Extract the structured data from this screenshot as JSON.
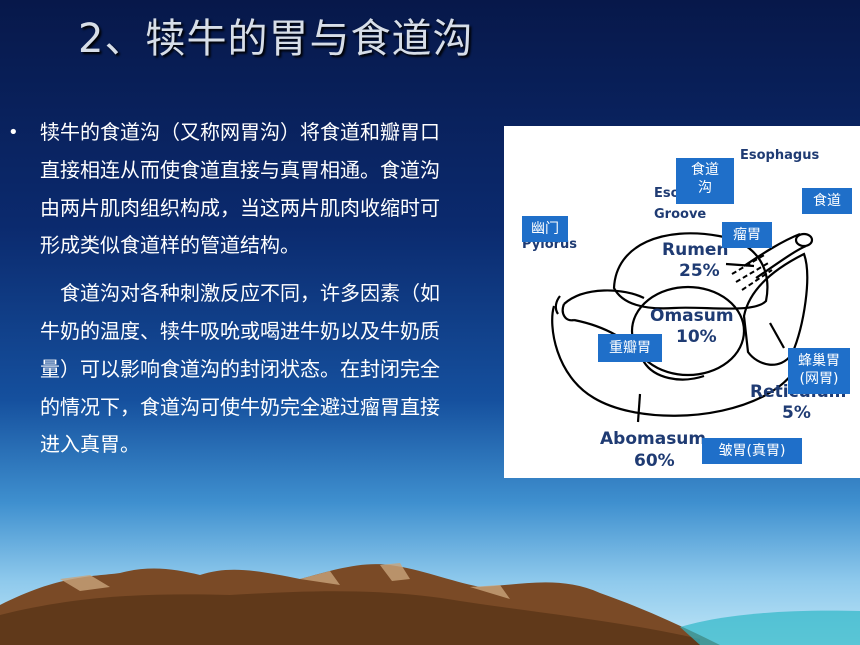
{
  "title": "2、犊牛的胃与食道沟",
  "body": {
    "bullet": "•",
    "para1": "犊牛的食道沟（又称网胃沟）将食道和瓣胃口直接相连从而使食道直接与真胃相通。食道沟由两片肌肉组织构成，当这两片肌肉收缩时可形成类似食道样的管道结构。",
    "para2": "食道沟对各种刺激反应不同，许多因素（如牛奶的温度、犊牛吸吮或喝进牛奶以及牛奶质量）可以影响食道沟的封闭状态。在封闭完全的情况下，食道沟可使牛奶完全避过瘤胃直接进入真胃。"
  },
  "diagram": {
    "english": {
      "esophagus": "Esophagus",
      "groove_a": "Eso",
      "groove_b": "Groove",
      "pylorus": "Pylorus",
      "rumen": "Rumen",
      "rumen_pct": "25%",
      "omasum": "Omasum",
      "omasum_pct": "10%",
      "reticulum": "Reticulum",
      "reticulum_pct": "5%",
      "abomasum": "Abomasum",
      "abomasum_pct": "60%"
    },
    "chinese": {
      "groove_l1": "食道",
      "groove_l2": "沟",
      "esophagus": "食道",
      "pylorus": "幽门",
      "rumen": "瘤胃",
      "omasum": "重瓣胃",
      "reticulum_l1": "蜂巢胃",
      "reticulum_l2": "(网胃)",
      "abomasum": "皱胃(真胃)"
    }
  },
  "colors": {
    "label_box": "#1f6fc9",
    "diagram_text": "#1f3b73"
  }
}
